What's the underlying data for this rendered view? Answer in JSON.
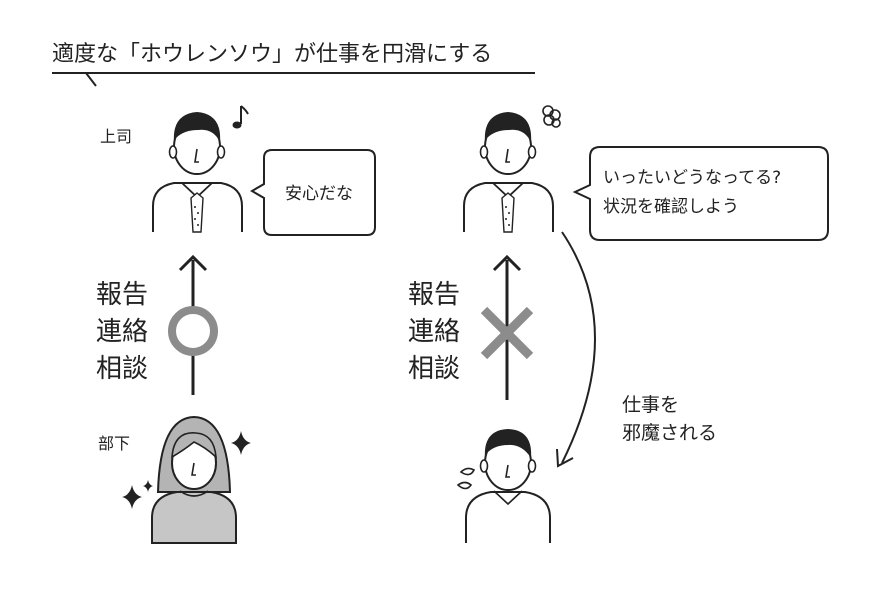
{
  "title": "適度な「ホウレンソウ」が仕事を円滑にする",
  "left": {
    "boss_label": "上司",
    "boss_speech": "安心だな",
    "subordinate_label": "部下",
    "report_words": [
      "報告",
      "連絡",
      "相談"
    ],
    "mark": "○"
  },
  "right": {
    "boss_speech_lines": [
      "いったいどうなってる?",
      "状況を確認しよう"
    ],
    "report_words": [
      "報告",
      "連絡",
      "相談"
    ],
    "mark": "×",
    "effect_lines": [
      "仕事を",
      "邪魔される"
    ]
  },
  "colors": {
    "ink": "#222222",
    "mark_gray": "#8c8c8c",
    "hair_gray": "#b4b4b4",
    "body_gray": "#c6c6c6"
  },
  "icons": [
    "music-note-icon",
    "sparkle-icon",
    "confusion-scribble-icon",
    "sweat-drops-icon"
  ]
}
